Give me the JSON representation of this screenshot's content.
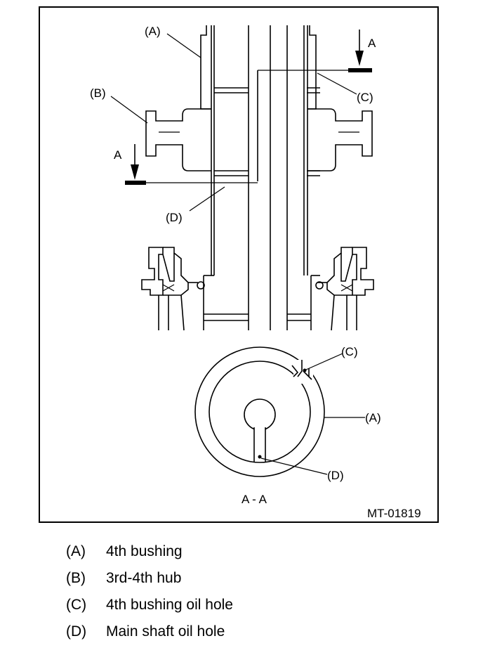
{
  "figure": {
    "code": "MT-01819",
    "section_label": "A - A",
    "section_arrow_label": "A",
    "callouts": {
      "a": "(A)",
      "b": "(B)",
      "c": "(C)",
      "d": "(D)"
    }
  },
  "legend": [
    {
      "key": "(A)",
      "text": "4th bushing"
    },
    {
      "key": "(B)",
      "text": "3rd-4th hub"
    },
    {
      "key": "(C)",
      "text": "4th bushing oil hole"
    },
    {
      "key": "(D)",
      "text": "Main shaft oil hole"
    }
  ]
}
